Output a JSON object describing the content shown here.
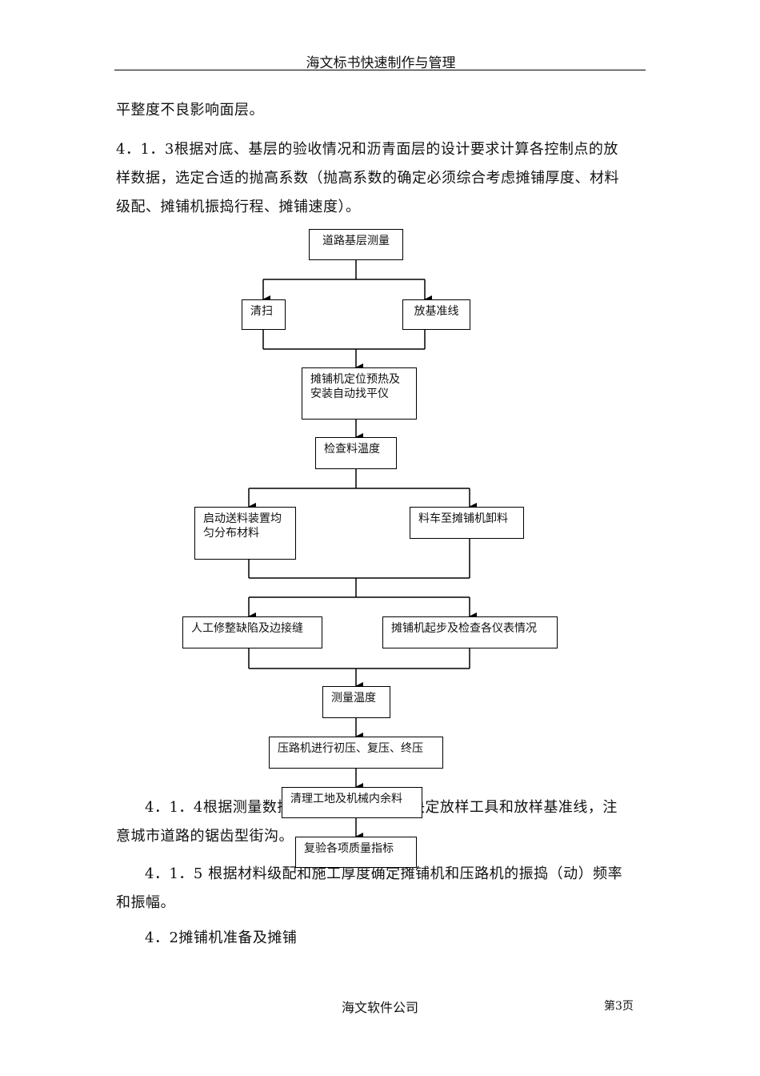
{
  "header": {
    "title": "海文标书快速制作与管理"
  },
  "paragraphs": {
    "p1": "平整度不良影响面层。",
    "p2_l1": "4．1．3根据对底、基层的验收情况和沥青面层的设计要求计算各控制点的放",
    "p2_l2": "样数据，选定合适的抛高系数（抛高系数的确定必须综合考虑摊铺厚度、材料",
    "p2_l3": "级配、摊铺机振捣行程、摊铺速度）。",
    "p3_l1": "4．1．4根据测量数据，结合施工经验，决定放样工具和放样基准线，注",
    "p3_l2": "意城市道路的锯齿型街沟。",
    "p4_l1": "4．1．5 根据材料级配和施工厚度确定摊铺机和压路机的振捣（动）频率",
    "p4_l2": "和振幅。",
    "p5": "4．2摊铺机准备及摊铺"
  },
  "flowchart": {
    "n1": "道路基层测量",
    "n2a": "清扫",
    "n2b": "放基准线",
    "n3": "摊铺机定位预热及安装自动找平仪",
    "n4": "检查料温度",
    "n5a": "启动送料装置均匀分布材料",
    "n5b": "料车至摊铺机卸料",
    "n6a": "人工修整缺陷及边接缝",
    "n6b": "摊铺机起步及检查各仪表情况",
    "n7": "测量温度",
    "n8": "压路机进行初压、复压、终压",
    "n9": "清理工地及机械内余料",
    "n10": "复验各项质量指标"
  },
  "footer": {
    "company": "海文软件公司",
    "page": "第3页"
  }
}
